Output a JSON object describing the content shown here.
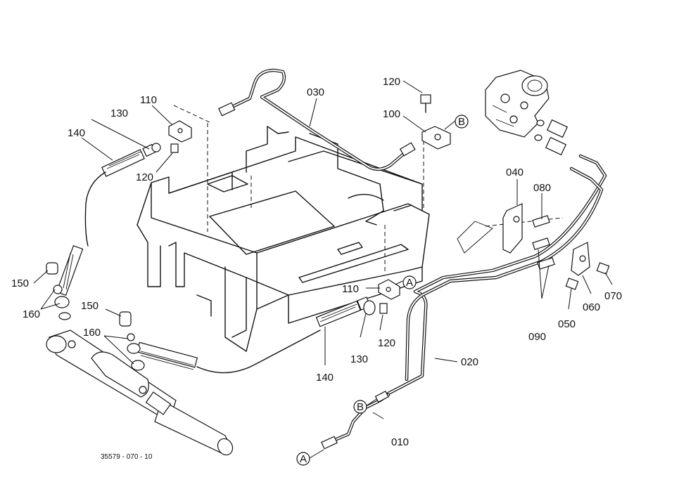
{
  "labels": {
    "p010": "010",
    "p020": "020",
    "p030": "030",
    "p040": "040",
    "p050": "050",
    "p060": "060",
    "p070": "070",
    "p080": "080",
    "p090": "090",
    "p100": "100",
    "p110_top": "110",
    "p110_mid": "110",
    "p120_top": "120",
    "p120_left": "120",
    "p120_mid": "120",
    "p130_top": "130",
    "p130_mid": "130",
    "p140_top": "140",
    "p140_mid": "140",
    "p150_left": "150",
    "p150_mid": "150",
    "p160_left": "160",
    "p160_mid": "160"
  },
  "refs": {
    "a_upper": "A",
    "a_lower": "A",
    "b_upper": "B",
    "b_lower": "B"
  },
  "drawing_code": "35579 - 070 - 10"
}
